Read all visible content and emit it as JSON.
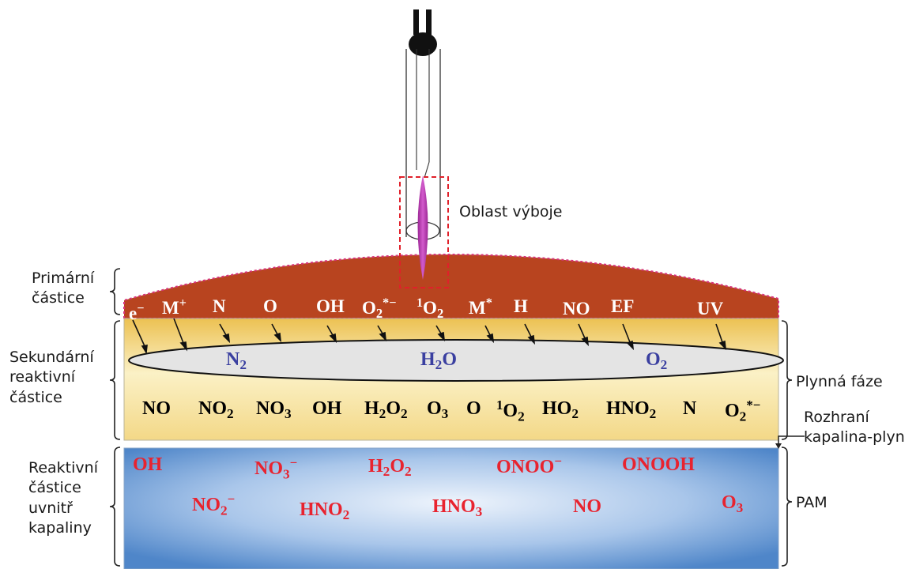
{
  "labels": {
    "discharge": "Oblast výboje",
    "primary": "Primární částice",
    "secondary": "Sekundární reaktivní částice",
    "liquid_inner": "Reaktivní částice uvnitř kapaliny",
    "gas_phase": "Plynná fáze",
    "interface": "Rozhraní kapalina-plyn",
    "pam": "PAM"
  },
  "primary_species": [
    {
      "base": "e",
      "sup": "−"
    },
    {
      "base": "M",
      "sup": "+"
    },
    {
      "base": "N"
    },
    {
      "base": "O"
    },
    {
      "base": "OH"
    },
    {
      "base": "O",
      "sub": "2",
      "sup": "*−"
    },
    {
      "pre": "1",
      "base": "O",
      "sub": "2"
    },
    {
      "base": "M",
      "sup": "*"
    },
    {
      "base": "H"
    },
    {
      "base": "NO"
    },
    {
      "base": "EF"
    },
    {
      "base": "UV"
    }
  ],
  "gas_species": [
    {
      "base": "N",
      "sub": "2"
    },
    {
      "base": "H",
      "sub": "2",
      "tail": "O"
    },
    {
      "base": "O",
      "sub": "2"
    }
  ],
  "secondary_species": [
    {
      "base": "NO"
    },
    {
      "base": "NO",
      "sub": "2"
    },
    {
      "base": "NO",
      "sub": "3"
    },
    {
      "base": "OH"
    },
    {
      "base": "H",
      "sub": "2",
      "tail": "O",
      "sub2": "2"
    },
    {
      "base": "O",
      "sub": "3"
    },
    {
      "base": "O"
    },
    {
      "pre": "1",
      "base": "O",
      "sub": "2"
    },
    {
      "base": "HO",
      "sub": "2"
    },
    {
      "base": "HNO",
      "sub": "2"
    },
    {
      "base": "N"
    },
    {
      "base": "O",
      "sub": "2",
      "sup": "*−"
    }
  ],
  "liquid_species": [
    {
      "base": "OH"
    },
    {
      "base": "NO",
      "sub": "3",
      "sup": "−"
    },
    {
      "base": "H",
      "sub": "2",
      "tail": "O",
      "sub2": "2"
    },
    {
      "base": "ONOO",
      "sup": "−"
    },
    {
      "base": "ONOOH"
    },
    {
      "base": "NO",
      "sub": "2",
      "sup": "−"
    },
    {
      "base": "HNO",
      "sub": "2"
    },
    {
      "base": "HNO",
      "sub": "3"
    },
    {
      "base": "NO"
    },
    {
      "base": "O",
      "sub": "3"
    }
  ],
  "colors": {
    "plasma": "#b8441f",
    "plasma_edge": "#d6337a",
    "discharge": "#b633b0",
    "gas_top": "#f0c85a",
    "gas_bottom": "#fdf6d4",
    "liquid_center": "#dde9f8",
    "liquid_edge": "#4f86c9",
    "ellipse": "#e4e4e4",
    "discharge_box": "#e0202a",
    "gas_text": "#3a3fa0",
    "liquid_text": "#e8232f"
  }
}
